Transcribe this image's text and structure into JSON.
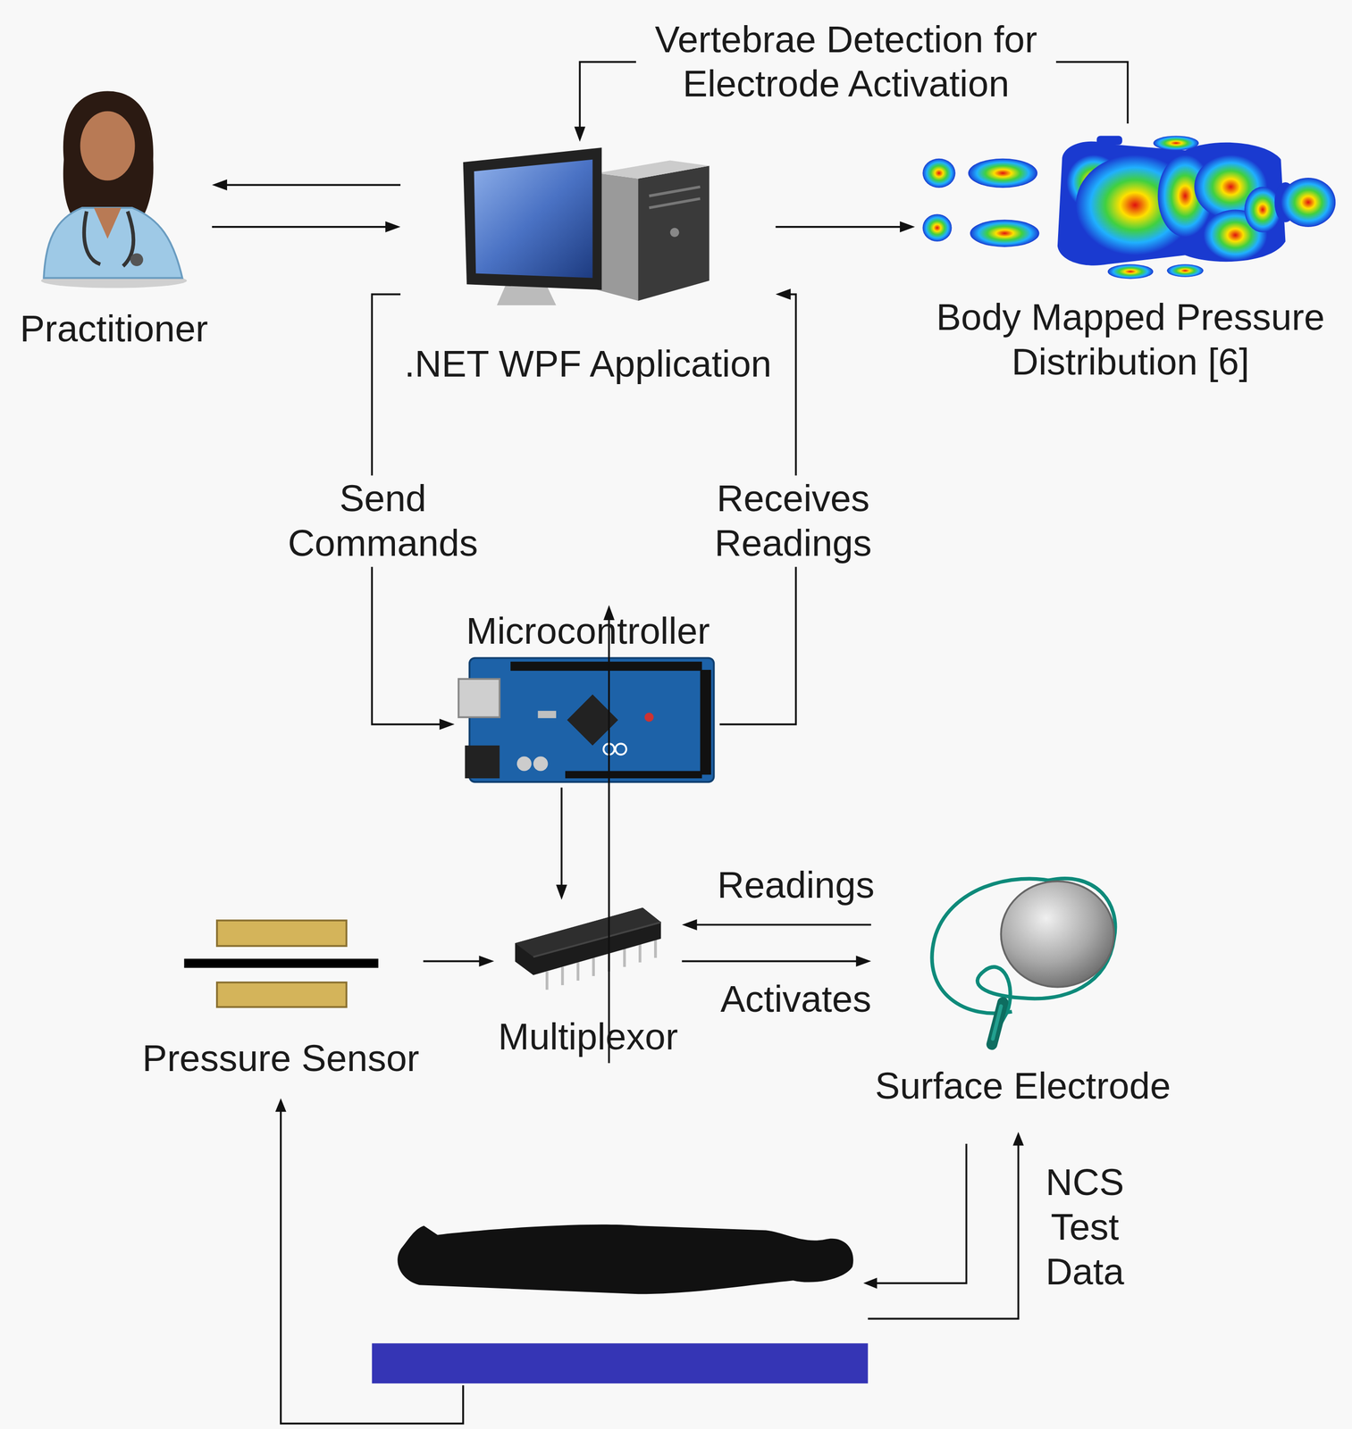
{
  "diagram": {
    "nodes": [
      {
        "text": [
          "Practitioner"
        ]
      },
      {
        "text": [
          ".NET WPF Application"
        ]
      },
      {
        "text": [
          "Body Mapped Pressure Distribution [6]"
        ]
      },
      {
        "text": [
          "Microcontroller"
        ]
      },
      {
        "text": [
          "Pressure Sensor"
        ]
      },
      {
        "text": [
          "Multiplexor"
        ]
      },
      {
        "text": [
          "Surface Electrode"
        ]
      }
    ],
    "edges": [
      {
        "from": 1,
        "to": 0,
        "arrow": "to"
      },
      {
        "from": 0,
        "to": 1,
        "arrow": "to"
      },
      {
        "from": 1,
        "to": 2,
        "arrow": "to"
      },
      {
        "from": 2,
        "to": 1,
        "label": "Vertebrae Detection for Electrode Activation",
        "arrow": "to"
      },
      {
        "from": 1,
        "to": 3,
        "label": "Send Commands",
        "arrow": "to"
      },
      {
        "from": 3,
        "to": 1,
        "label": "Receives Readings",
        "arrow": "to"
      },
      {
        "from": 3,
        "to": 5,
        "arrow": "to"
      },
      {
        "from": 5,
        "to": 3,
        "arrow": "to"
      },
      {
        "from": 4,
        "to": 5,
        "arrow": "to"
      },
      {
        "from": 6,
        "to": 5,
        "label": "Readings",
        "arrow": "to"
      },
      {
        "from": 5,
        "to": 6,
        "label": "Activates",
        "arrow": "to"
      }
    ],
    "labels": [
      "NCS Test Data"
    ]
  }
}
